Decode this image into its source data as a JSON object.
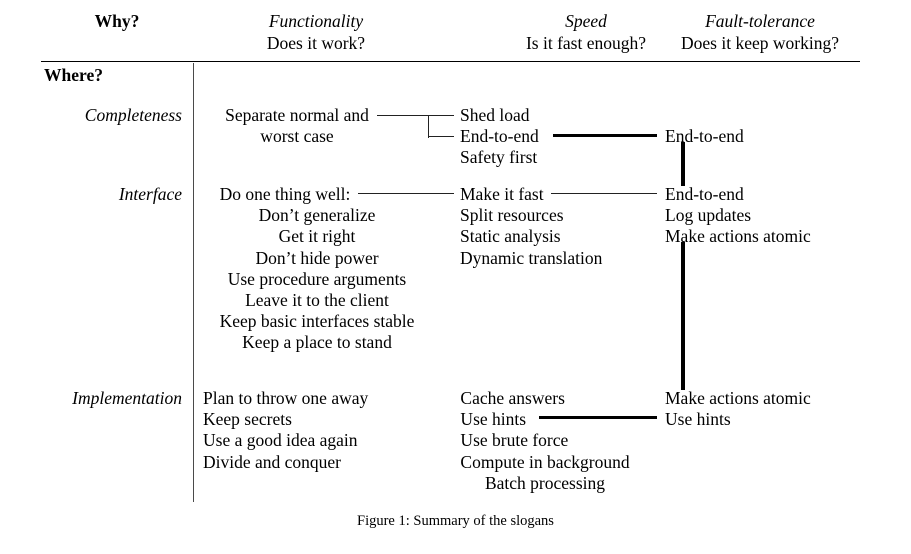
{
  "figure": {
    "caption": "Figure 1: Summary of the slogans"
  },
  "columns": {
    "why": {
      "category": "Why?",
      "question": ""
    },
    "func": {
      "category": "Functionality",
      "question": "Does it work?"
    },
    "speed": {
      "category": "Speed",
      "question": "Is it fast enough?"
    },
    "fault": {
      "category": "Fault-tolerance",
      "question": "Does it keep working?"
    }
  },
  "where_label": "Where?",
  "rows": [
    {
      "label": "Completeness",
      "functionality": [
        "Separate normal and",
        "worst case"
      ],
      "speed": [
        "Shed load",
        "End-to-end",
        "Safety first"
      ],
      "fault": [
        "End-to-end"
      ]
    },
    {
      "label": "Interface",
      "functionality": [
        "Do one thing well:",
        "Don’t generalize",
        "Get it right",
        "Don’t hide power",
        "Use procedure arguments",
        "Leave it to the client",
        "Keep basic interfaces stable",
        "Keep a place to stand"
      ],
      "speed": [
        "Make it fast",
        "Split resources",
        "Static analysis",
        "Dynamic translation"
      ],
      "fault": [
        "End-to-end",
        "Log updates",
        "Make actions atomic"
      ]
    },
    {
      "label": "Implementation",
      "functionality": [
        "Plan to throw one away",
        "Keep secrets",
        "Use a good idea again",
        "Divide and conquer"
      ],
      "speed": [
        "Cache answers",
        "Use hints",
        "Use brute force",
        "Compute in background",
        "Batch processing"
      ],
      "fault": [
        "Make actions atomic",
        "Use hints"
      ]
    }
  ],
  "colors": {
    "ink": "#000000",
    "rule": "#000000",
    "divider": "#4a4a4a",
    "background": "#ffffff"
  }
}
